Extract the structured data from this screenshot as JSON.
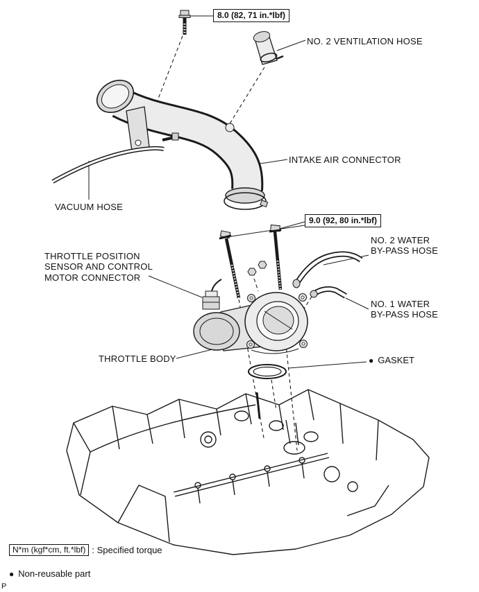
{
  "figure": {
    "corner_mark": "P",
    "colors": {
      "line": "#1a1a1a",
      "fill_light": "#ececec",
      "fill_mid": "#d8d8d8"
    },
    "torque_specs": {
      "top": "8.0 (82, 71 in.*lbf)",
      "middle": "9.0 (92, 80 in.*lbf)"
    },
    "part_labels": {
      "ventilation_hose": "NO. 2 VENTILATION HOSE",
      "intake_air_connector": "INTAKE AIR CONNECTOR",
      "vacuum_hose": "VACUUM HOSE",
      "water_bypass_hose_2": "NO. 2 WATER BY-PASS HOSE",
      "tps_connector": "THROTTLE POSITION SENSOR AND CONTROL MOTOR CONNECTOR",
      "water_bypass_hose_1": "NO. 1 WATER BY-PASS HOSE",
      "throttle_body": "THROTTLE BODY",
      "gasket": "GASKET"
    },
    "legend": {
      "bullet": "●",
      "torque_box": "N*m (kgf*cm, ft.*lbf)",
      "torque_desc": ": Specified torque",
      "nonreusable_desc": "Non-reusable part"
    }
  }
}
